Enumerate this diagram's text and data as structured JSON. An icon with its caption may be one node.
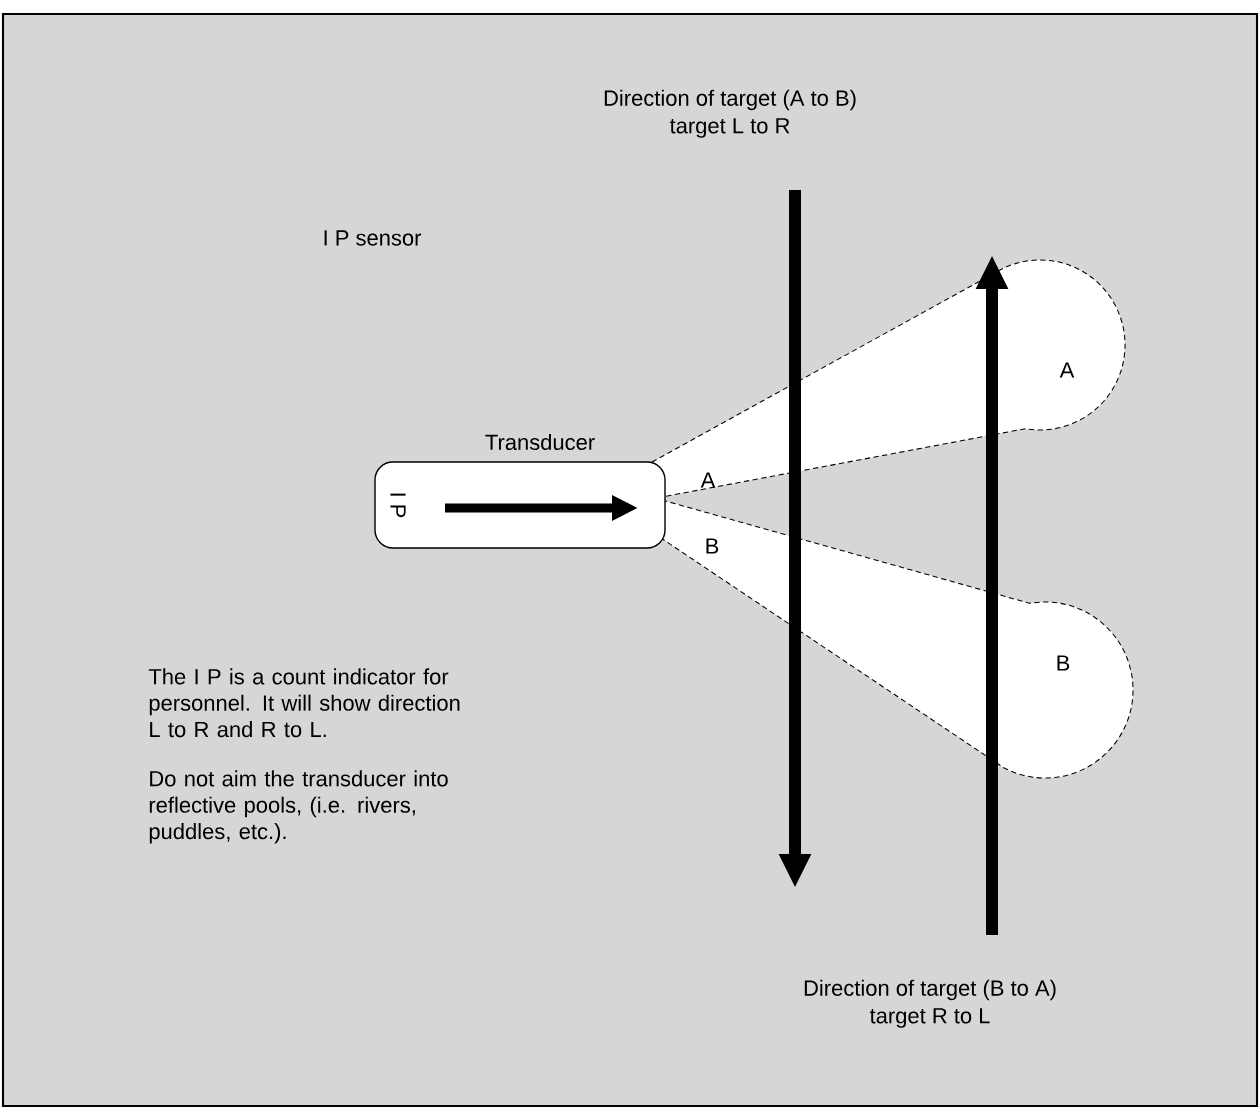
{
  "diagram": {
    "nodes": [
      {
        "text": [
          "I P"
        ],
        "beside": [
          "Transducer"
        ]
      },
      {
        "text": [
          "A"
        ]
      },
      {
        "text": [
          "B"
        ]
      }
    ],
    "labels": [
      "Direction of target (A to B)",
      "target L to R",
      "I P sensor",
      "A",
      "B",
      "The I P is a count indicator for personnel. It will show direction L to R and R to L.",
      "Do not aim the transducer into reflective pools, (i.e. rivers, puddles, etc.).",
      "Direction of target (B to A)",
      "target R to L"
    ]
  }
}
